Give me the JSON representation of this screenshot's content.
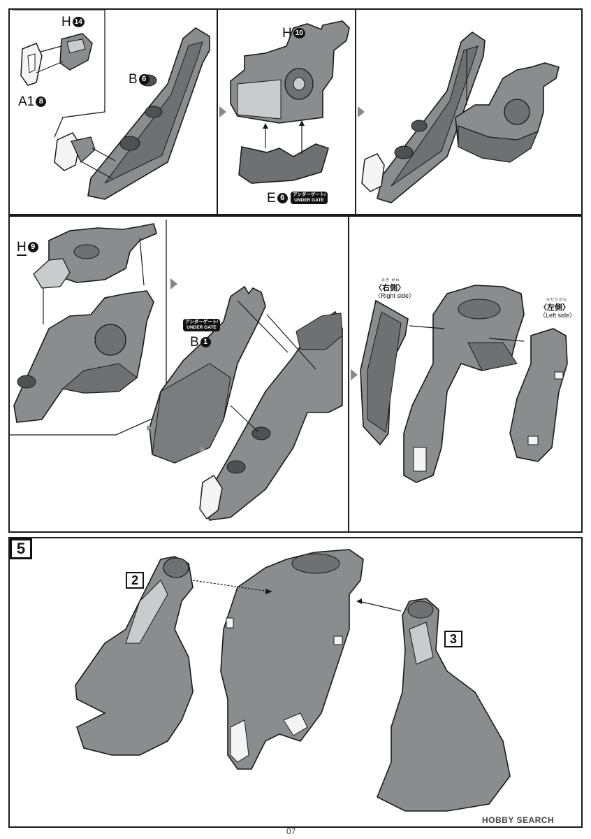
{
  "row1": {
    "panel1": {
      "h_part": "H",
      "h_num": "14",
      "b_part": "B",
      "b_num": "6",
      "a_part": "A1",
      "a_num": "8"
    },
    "panel2": {
      "h_part": "H",
      "h_num": "10",
      "e_part": "E",
      "e_num": "6",
      "under_gate_jp": "アンダーゲート/",
      "under_gate_en": "UNDER GATE"
    }
  },
  "row2": {
    "panel1": {
      "h_part": "H",
      "h_num": "9"
    },
    "panel2": {
      "b_part": "B",
      "b_num": "1",
      "under_gate_jp": "アンダーゲート/",
      "under_gate_en": "UNDER GATE"
    },
    "panel3": {
      "right_ruby": "みぎ がわ",
      "right_jp": "〈右側〉",
      "right_en": "〈Right side〉",
      "left_ruby": "ひだりがわ",
      "left_jp": "〈左側〉",
      "left_en": "〈Left side〉"
    }
  },
  "step5": {
    "label": "5",
    "sub2": "2",
    "sub3": "3"
  },
  "footer": {
    "page": "07",
    "watermark": "HOBBY SEARCH"
  },
  "colors": {
    "part_fill": "#8a8c8d",
    "part_dark": "#6e7071",
    "part_light": "#c9cbcc",
    "line": "#1a1a1a",
    "white_part": "#f4f4f4"
  }
}
